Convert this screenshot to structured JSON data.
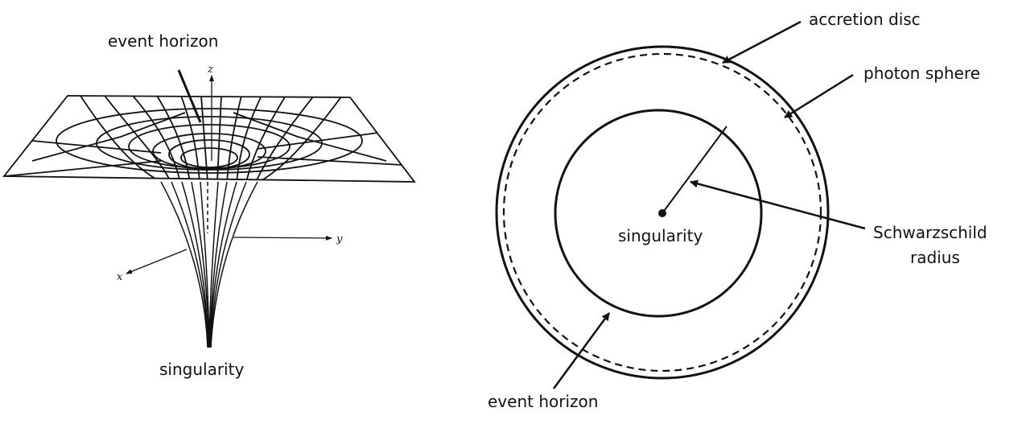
{
  "left_diagram": {
    "label_event_horizon": "event horizon",
    "label_singularity": "singularity",
    "axis_z": "z",
    "axis_y": "y",
    "axis_x": "x"
  },
  "right_diagram": {
    "label_accretion_disc": "accretion disc",
    "label_photon_sphere": "photon sphere",
    "label_singularity": "singularity",
    "label_schwarzschild_1": "Schwarzschild",
    "label_schwarzschild_2": "radius",
    "label_event_horizon": "event horizon"
  }
}
